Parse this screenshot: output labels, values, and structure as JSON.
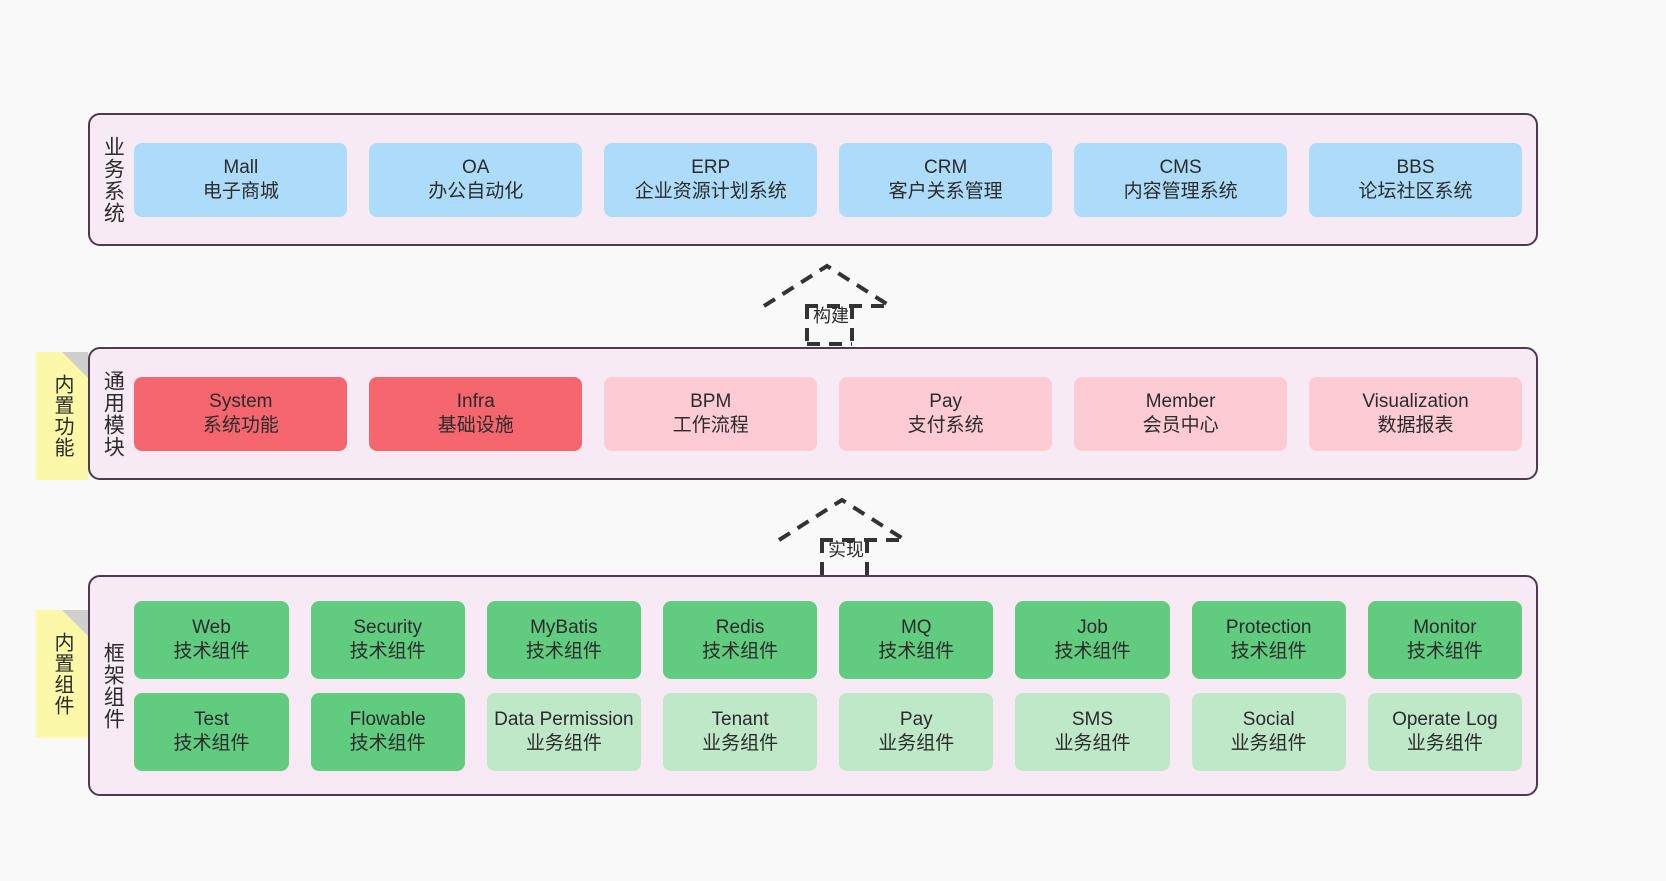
{
  "diagram": {
    "background_color": "#F9F9F9",
    "container_fill": "#F8EAF4",
    "container_border": "#4C3B4F"
  },
  "colors": {
    "blue": "#ADDCFB",
    "red": "#F5666E",
    "pink": "#FCCBD3",
    "green": "#61CC7F",
    "light_green": "#BFE8C8",
    "sticky_yellow": "#FBF8A8",
    "sticky_fold": "#CFCFCF"
  },
  "layers": {
    "business": {
      "title": "业务系统",
      "cards": [
        {
          "t1": "Mall",
          "t2": "电子商城",
          "color": "blue"
        },
        {
          "t1": "OA",
          "t2": "办公自动化",
          "color": "blue"
        },
        {
          "t1": "ERP",
          "t2": "企业资源计划系统",
          "color": "blue"
        },
        {
          "t1": "CRM",
          "t2": "客户关系管理",
          "color": "blue"
        },
        {
          "t1": "CMS",
          "t2": "内容管理系统",
          "color": "blue"
        },
        {
          "t1": "BBS",
          "t2": "论坛社区系统",
          "color": "blue"
        }
      ]
    },
    "common": {
      "title": "通用模块",
      "sticky": "内置功能",
      "cards": [
        {
          "t1": "System",
          "t2": "系统功能",
          "color": "red"
        },
        {
          "t1": "Infra",
          "t2": "基础设施",
          "color": "red"
        },
        {
          "t1": "BPM",
          "t2": "工作流程",
          "color": "pink"
        },
        {
          "t1": "Pay",
          "t2": "支付系统",
          "color": "pink"
        },
        {
          "t1": "Member",
          "t2": "会员中心",
          "color": "pink"
        },
        {
          "t1": "Visualization",
          "t2": "数据报表",
          "color": "pink"
        }
      ]
    },
    "framework": {
      "title": "框架组件",
      "sticky": "内置组件",
      "row1": [
        {
          "t1": "Web",
          "t2": "技术组件",
          "color": "green"
        },
        {
          "t1": "Security",
          "t2": "技术组件",
          "color": "green"
        },
        {
          "t1": "MyBatis",
          "t2": "技术组件",
          "color": "green"
        },
        {
          "t1": "Redis",
          "t2": "技术组件",
          "color": "green"
        },
        {
          "t1": "MQ",
          "t2": "技术组件",
          "color": "green"
        },
        {
          "t1": "Job",
          "t2": "技术组件",
          "color": "green"
        },
        {
          "t1": "Protection",
          "t2": "技术组件",
          "color": "green"
        },
        {
          "t1": "Monitor",
          "t2": "技术组件",
          "color": "green"
        }
      ],
      "row2": [
        {
          "t1": "Test",
          "t2": "技术组件",
          "color": "green"
        },
        {
          "t1": "Flowable",
          "t2": "技术组件",
          "color": "green"
        },
        {
          "t1": "Data Permission",
          "t2": "业务组件",
          "color": "light_green"
        },
        {
          "t1": "Tenant",
          "t2": "业务组件",
          "color": "light_green"
        },
        {
          "t1": "Pay",
          "t2": "业务组件",
          "color": "light_green"
        },
        {
          "t1": "SMS",
          "t2": "业务组件",
          "color": "light_green"
        },
        {
          "t1": "Social",
          "t2": "业务组件",
          "color": "light_green"
        },
        {
          "t1": "Operate Log",
          "t2": "业务组件",
          "color": "light_green"
        }
      ]
    }
  },
  "connectors": [
    {
      "label": "构建",
      "direction": "up"
    },
    {
      "label": "实现",
      "direction": "up"
    }
  ]
}
